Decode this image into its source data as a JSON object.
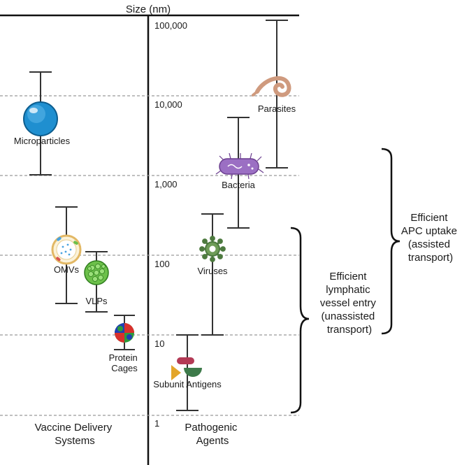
{
  "axis": {
    "title": "Size (nm)",
    "ticks": [
      "100,000",
      "10,000",
      "1,000",
      "100",
      "10",
      "1"
    ]
  },
  "columns": {
    "left": [
      "Vaccine Delivery",
      "Systems"
    ],
    "right": [
      "Pathogenic",
      "Agents"
    ]
  },
  "items": {
    "microparticles": "Microparticles",
    "omvs": "OMVs",
    "vlps": "VLPs",
    "protein_cages": [
      "Protein",
      "Cages"
    ],
    "parasites": "Parasites",
    "bacteria": "Bacteria",
    "viruses": "Viruses",
    "subunit_antigens": "Subunit Antigens"
  },
  "brackets": {
    "apc": [
      "Efficient",
      "APC uptake",
      "(assisted",
      "transport)"
    ],
    "lymphatic": [
      "Efficient",
      "lymphatic",
      "vessel entry",
      "(unassisted",
      "transport)"
    ]
  }
}
